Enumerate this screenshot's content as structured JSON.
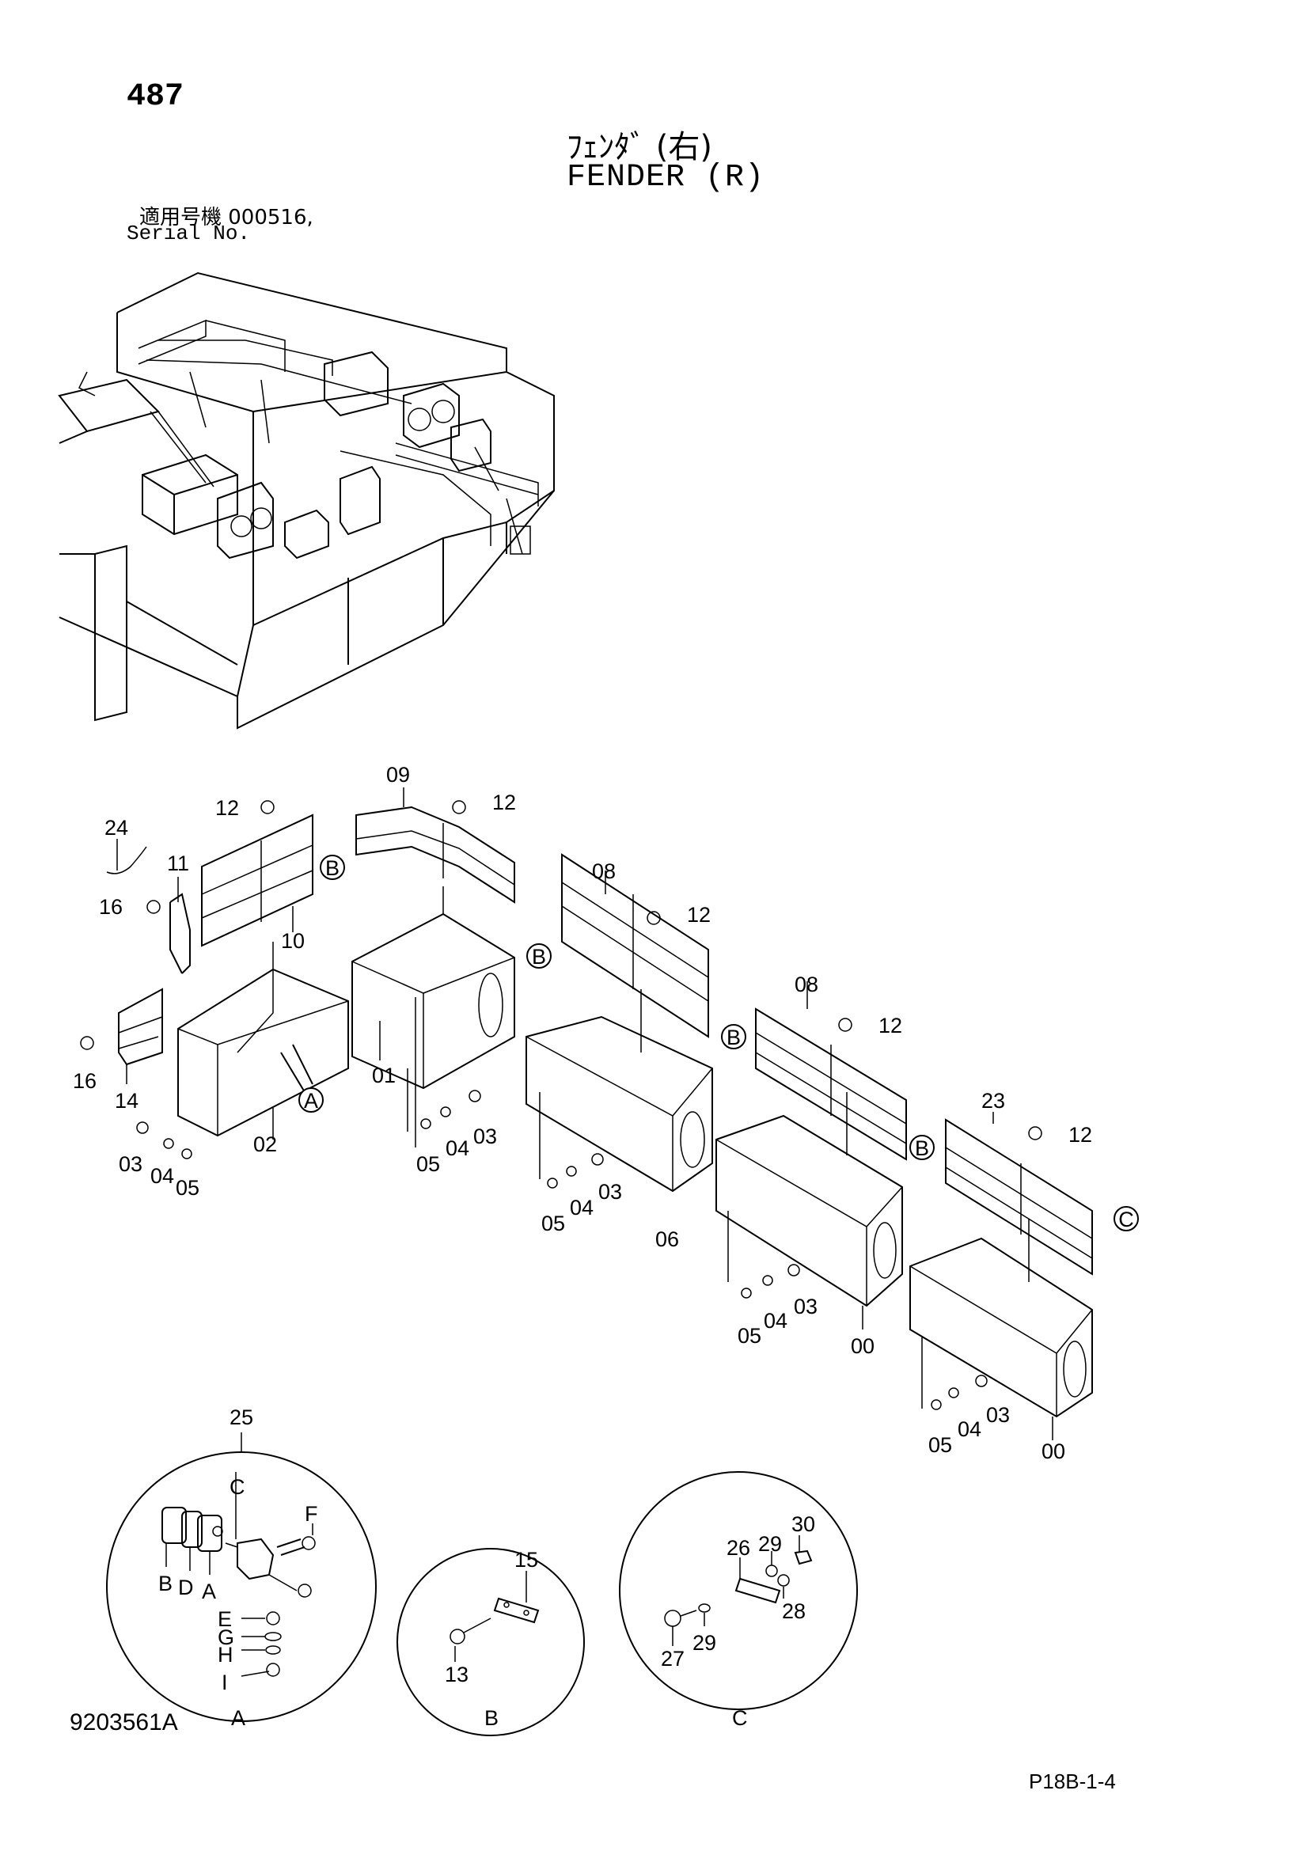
{
  "header": {
    "page_number": "487",
    "title_jp": "ﾌｪﾝﾀﾞ (右)",
    "title_en": "FENDER (R)",
    "serial_label_jp": "適用号機  000516,",
    "serial_label_en": "Serial No."
  },
  "footer": {
    "document_number": "9203561A",
    "page_reference": "P18B-1-4"
  },
  "part_callouts": [
    "24",
    "11",
    "16",
    "12",
    "10",
    "09",
    "12",
    "08",
    "12",
    "08",
    "12",
    "23",
    "12",
    "16",
    "14",
    "03",
    "04",
    "05",
    "02",
    "01",
    "05",
    "04",
    "03",
    "05",
    "04",
    "03",
    "06",
    "05",
    "04",
    "03",
    "00",
    "05",
    "04",
    "03",
    "00"
  ],
  "detail_refs": [
    "A",
    "B",
    "B",
    "B",
    "B",
    "C"
  ],
  "detail_views": [
    {
      "ref": "A",
      "callout": "25",
      "letters": [
        "C",
        "F",
        "B",
        "D",
        "A",
        "E",
        "G",
        "H",
        "I"
      ]
    },
    {
      "ref": "B",
      "parts": [
        "15",
        "13"
      ]
    },
    {
      "ref": "C",
      "parts": [
        "30",
        "29",
        "26",
        "28",
        "27",
        "29"
      ]
    }
  ]
}
